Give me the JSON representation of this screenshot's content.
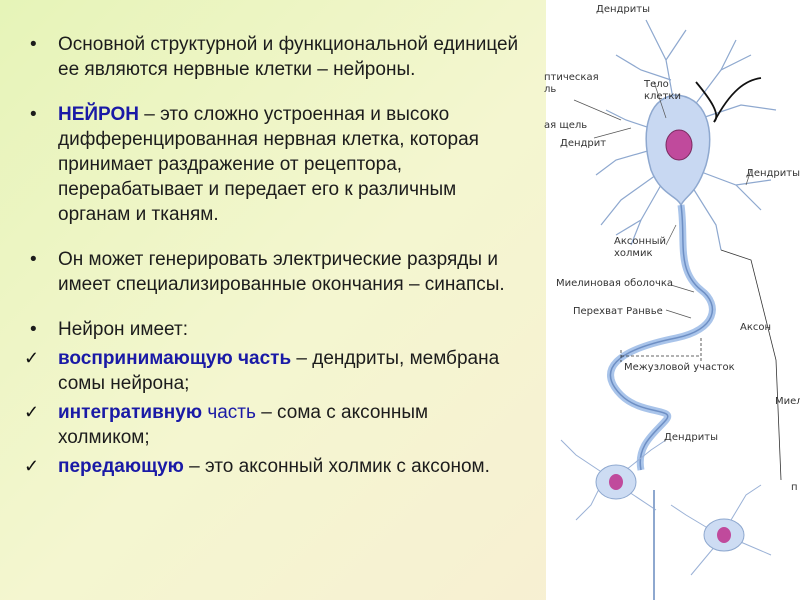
{
  "text": {
    "p1": "Основной структурной и функциональной единицей ее являются нервные клетки – нейроны.",
    "p2_term": "НЕЙРОН",
    "p2_rest": " – это  сложно устроенная и высоко дифференцированная нервная клетка, которая принимает раздражение от рецептора, перерабатывает и передает его к различным органам и тканям.",
    "p3": "Он может генерировать электрические разряды и имеет специализированные окончания – синапсы.",
    "p4": "Нейрон имеет:",
    "c1_term": "воспринимающую  часть",
    "c1_rest": " – дендриты, мембрана сомы нейрона;",
    "c2_term": "интегративную",
    "c2_term2": "  часть",
    "c2_rest": " – сома с аксонным холмиком;",
    "c3_term": "передающую",
    "c3_rest": "  – это аксонный холмик  с аксоном."
  },
  "figure": {
    "dendrites_top": "Дендриты",
    "synaptic_1": "птическая",
    "synaptic_2": "ль",
    "synaptic_cleft": "ая щель",
    "cell_body_1": "Тело",
    "cell_body_2": "клетки",
    "dendrite": "Дендрит",
    "dendrites_right": "Дендриты",
    "axon_hillock_1": "Аксонный",
    "axon_hillock_2": "холмик",
    "myelin": "Миелиновая оболочка",
    "ranvier": "Перехват Ранвье",
    "axon": "Аксон",
    "internode": "Межузловой участок",
    "miel_cut": "Миел",
    "dendrites_bottom": "Дендриты",
    "p_cut": "п"
  },
  "colors": {
    "highlight": "#1a1aa6",
    "neuron_fill": "#c8d8f2",
    "nucleus": "#c04a9c"
  }
}
